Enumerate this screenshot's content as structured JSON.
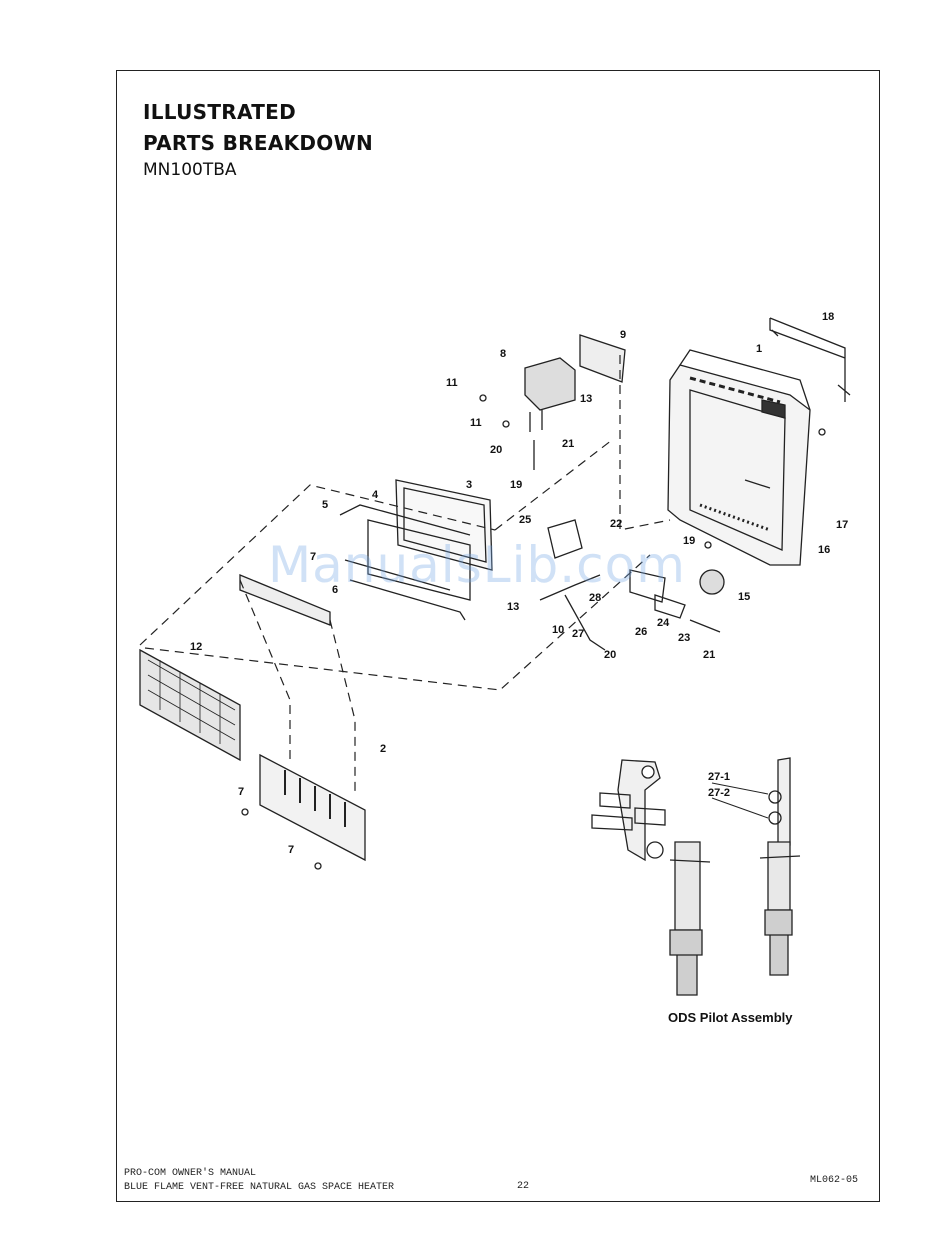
{
  "header": {
    "title_line1": "ILLUSTRATED",
    "title_line2": "PARTS BREAKDOWN",
    "model": "MN100TBA"
  },
  "diagram": {
    "part_labels": [
      "1",
      "2",
      "3",
      "4",
      "5",
      "6",
      "7",
      "7",
      "7",
      "8",
      "9",
      "10",
      "11",
      "11",
      "12",
      "13",
      "13",
      "15",
      "16",
      "17",
      "18",
      "19",
      "19",
      "20",
      "20",
      "21",
      "21",
      "22",
      "23",
      "24",
      "25",
      "26",
      "27",
      "28"
    ],
    "pilot_labels": [
      "27-1",
      "27-2"
    ],
    "pilot_caption": "ODS Pilot Assembly"
  },
  "watermark": "ManualsLib.com",
  "footer": {
    "line1": "PRO-COM OWNER'S MANUAL",
    "line2": "BLUE FLAME VENT-FREE NATURAL GAS SPACE HEATER",
    "page_number": "22",
    "doc_code": "ML062-05"
  }
}
